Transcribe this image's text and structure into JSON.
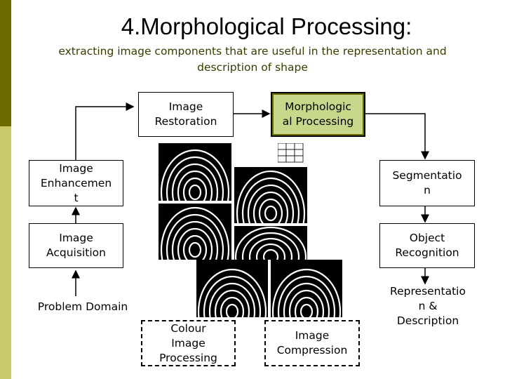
{
  "slide": {
    "title": "4.Morphological Processing:",
    "subtitle": "extracting image components that are useful in the representation and description of shape"
  },
  "boxes": {
    "image_restoration": "Image\nRestoration",
    "morphological_processing": "Morphologic\nal Processing",
    "image_enhancement": "Image\nEnhancemen\nt",
    "segmentation": "Segmentatio\nn",
    "image_acquisition": "Image\nAcquisition",
    "object_recognition": "Object\nRecognition",
    "colour_image_processing": "Colour\nImage\nProcessing",
    "image_compression": "Image\nCompression",
    "representation_description": "Representatio\nn &\nDescription",
    "problem_domain": "Problem Domain"
  },
  "colors": {
    "accent_dark": "#6b6b00",
    "accent_light": "#c9c96a",
    "highlight_fill": "#c8d88a"
  }
}
